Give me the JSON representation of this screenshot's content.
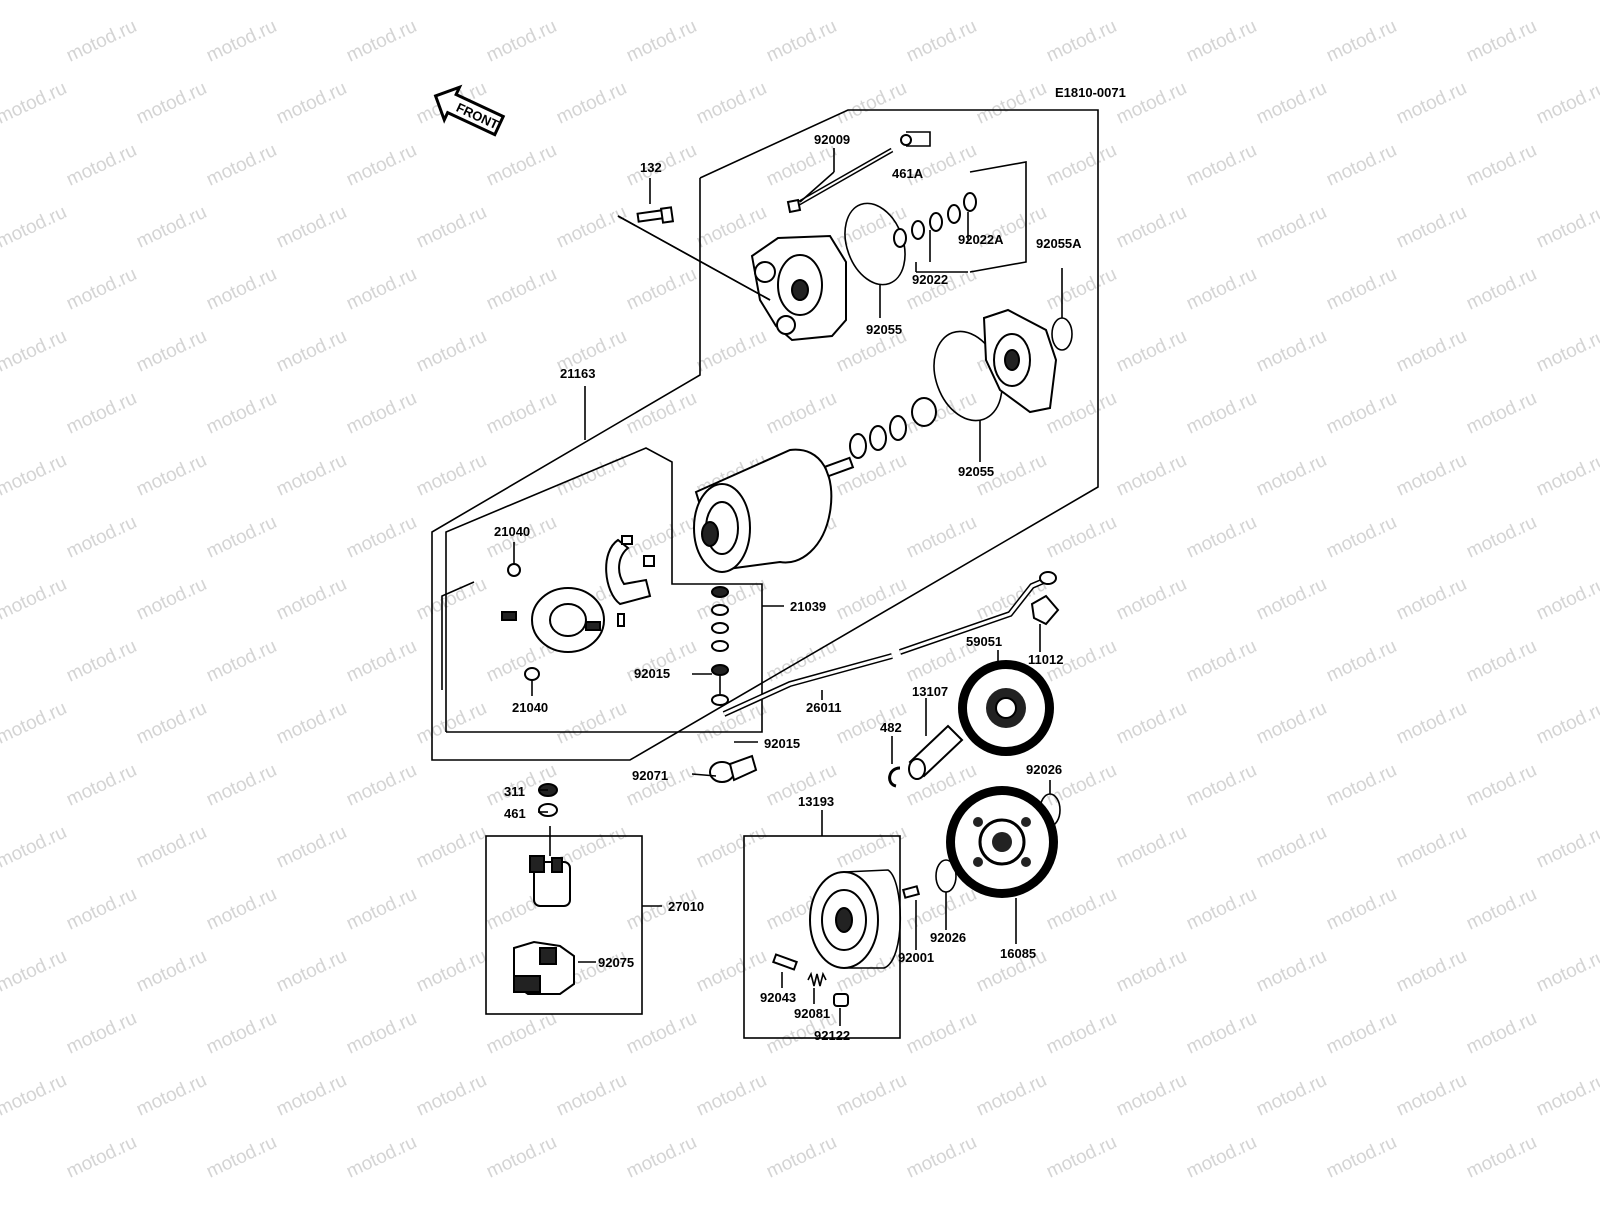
{
  "diagram": {
    "code": "E1810-0071",
    "front_label": "FRONT",
    "watermark_text": "motod.ru",
    "labels": {
      "p92009": "92009",
      "p461A": "461A",
      "p132": "132",
      "p92022A": "92022A",
      "p92022": "92022",
      "p92055A": "92055A",
      "p92055_top": "92055",
      "p21163": "21163",
      "p92055_mid": "92055",
      "p21040_top": "21040",
      "p21040_bot": "21040",
      "p21039": "21039",
      "p92015_a": "92015",
      "p92015_b": "92015",
      "p11012": "11012",
      "p59051": "59051",
      "p26011": "26011",
      "p13107": "13107",
      "p482": "482",
      "p92071": "92071",
      "p92026_top": "92026",
      "p311": "311",
      "p461": "461",
      "p13193": "13193",
      "p27010": "27010",
      "p92075": "92075",
      "p92001": "92001",
      "p92026_bot": "92026",
      "p16085": "16085",
      "p92043": "92043",
      "p92081": "92081",
      "p92122": "92122"
    }
  }
}
